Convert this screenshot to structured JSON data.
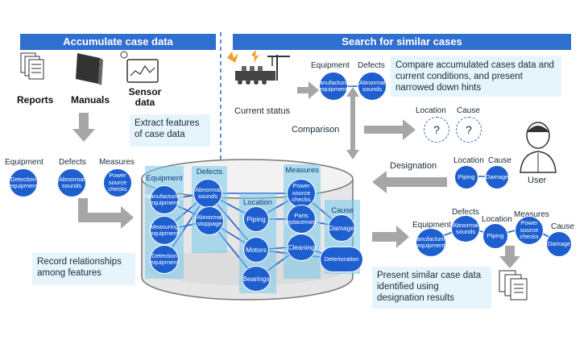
{
  "left_panel": {
    "title": "Accumulate case data",
    "sources": [
      "Reports",
      "Manuals",
      "Sensor data"
    ],
    "extract_note": "Extract features of case data",
    "headers": [
      "Equipment",
      "Defects",
      "Measures"
    ],
    "nodes": [
      "Detection equipment",
      "Abnormal sounds",
      "Power source checks"
    ],
    "record_note": "Record relationships among features"
  },
  "right_panel": {
    "title": "Search for similar cases",
    "current_status": "Current status",
    "top_headers": [
      "Equipment",
      "Defects"
    ],
    "top_nodes": [
      "Manufacturing equipment",
      "Abnormal sounds"
    ],
    "compare_note": "Compare accumulated cases data and current conditions, and present narrowed down hints",
    "comparison": "Comparison",
    "unknown_headers": [
      "Location",
      "Cause"
    ],
    "unknown_value": "?",
    "user": "User",
    "designation": "Designation",
    "designation_headers": [
      "Location",
      "Cause"
    ],
    "designation_nodes": [
      "Piping",
      "Damage"
    ],
    "result_headers": [
      "Equipment",
      "Defects",
      "Location",
      "Measures",
      "Cause"
    ],
    "result_nodes": [
      "Manufacturing equipment",
      "Abnormal sounds",
      "Piping",
      "Power source checks",
      "Damage"
    ],
    "present_note": "Present similar case data identified using designation results"
  },
  "database": {
    "columns": [
      "Equipment",
      "Defects",
      "Location",
      "Measures",
      "Cause"
    ],
    "nodes": {
      "equipment": [
        "Manufacturing equipment",
        "Measuring equipment",
        "Detection equipment"
      ],
      "defects": [
        "Abnormal sounds",
        "Abnormal stoppage"
      ],
      "location": [
        "Piping",
        "Motors",
        "Bearings"
      ],
      "measures": [
        "Power source checks",
        "Parts replacement",
        "Cleaning"
      ],
      "cause": [
        "Damage",
        "Deterioration"
      ]
    }
  },
  "colors": {
    "banner": "#2f6fd0",
    "node": "#1e5fd0",
    "callout": "#e6f4fb",
    "arrow": "#a6a6a6",
    "band": "#78c8eb"
  }
}
